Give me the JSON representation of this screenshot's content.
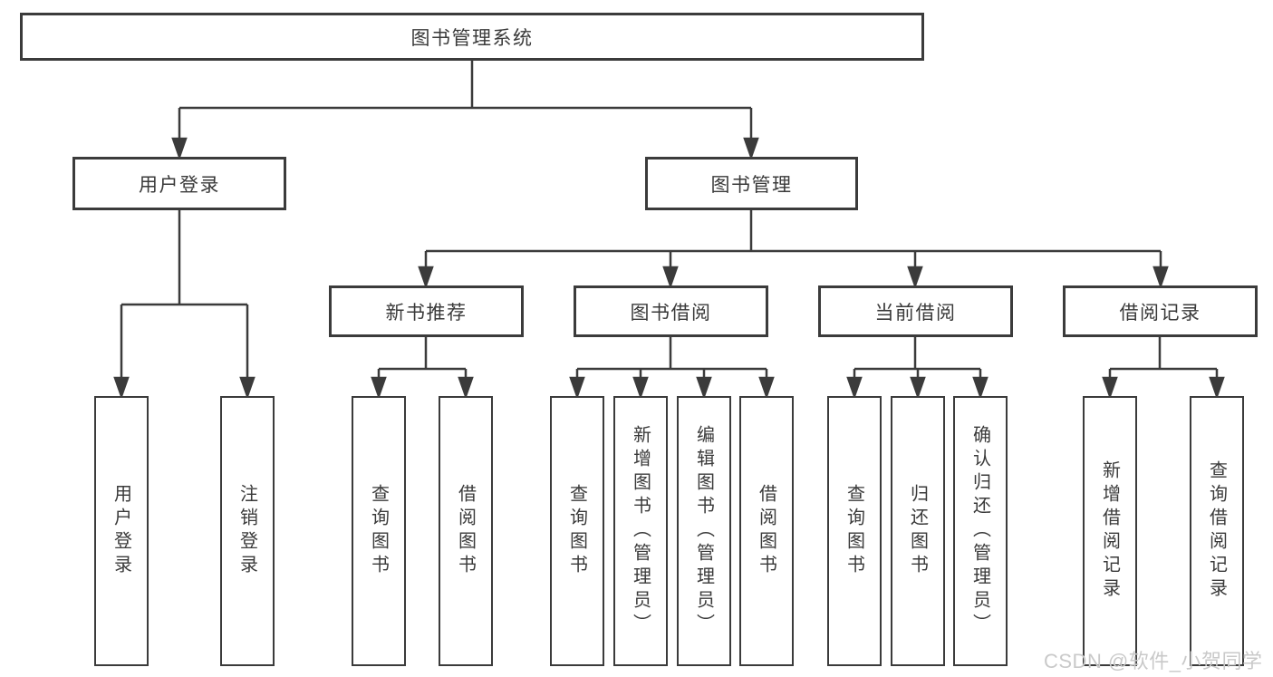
{
  "colors": {
    "line": "#3b3b3b",
    "text": "#3a3a3a",
    "watermark": "#c9c9c9",
    "background": "#ffffff"
  },
  "watermark": {
    "text": "CSDN @软件_小贺同学"
  },
  "tree": {
    "root": {
      "label": "图书管理系统"
    },
    "branches": [
      {
        "label": "用户登录",
        "children": [
          "用户登录",
          "注销登录"
        ]
      },
      {
        "label": "图书管理",
        "sections": [
          {
            "label": "新书推荐",
            "children": [
              "查询图书",
              "借阅图书"
            ]
          },
          {
            "label": "图书借阅",
            "children": [
              "查询图书",
              "新增图书（管理员）",
              "编辑图书（管理员）",
              "借阅图书"
            ]
          },
          {
            "label": "当前借阅",
            "children": [
              "查询图书",
              "归还图书",
              "确认归还（管理员）"
            ]
          },
          {
            "label": "借阅记录",
            "children": [
              "新增借阅记录",
              "查询借阅记录"
            ]
          }
        ]
      }
    ]
  }
}
